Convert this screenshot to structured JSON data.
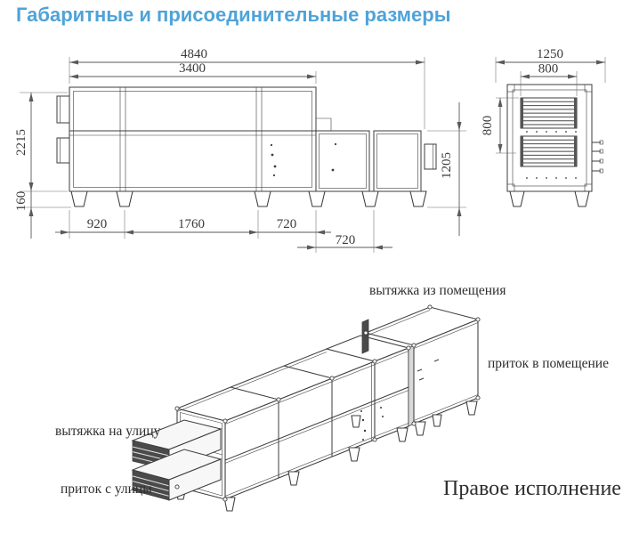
{
  "title": "Габаритные и присоединительные размеры",
  "front_view": {
    "dims": {
      "overall_length": "4840",
      "body_length": "3400",
      "height": "2215",
      "leg_height": "160",
      "span_a": "920",
      "span_b": "1760",
      "span_c": "720",
      "span_d": "720",
      "tail_height": "1205"
    }
  },
  "side_view": {
    "dims": {
      "depth": "1250",
      "port_width": "800",
      "port_offset": "800"
    }
  },
  "iso_view": {
    "labels": {
      "exhaust_from_room": "вытяжка из помещения",
      "supply_to_room": "приток в помещение",
      "exhaust_to_street": "вытяжка на улицу",
      "supply_from_street": "приток с улицы",
      "variant": "Правое исполнение"
    }
  },
  "colors": {
    "title": "#4FA3D8",
    "line": "#3c3c3c",
    "dim_line": "#5a5a5a",
    "text": "#3a3a3a"
  }
}
